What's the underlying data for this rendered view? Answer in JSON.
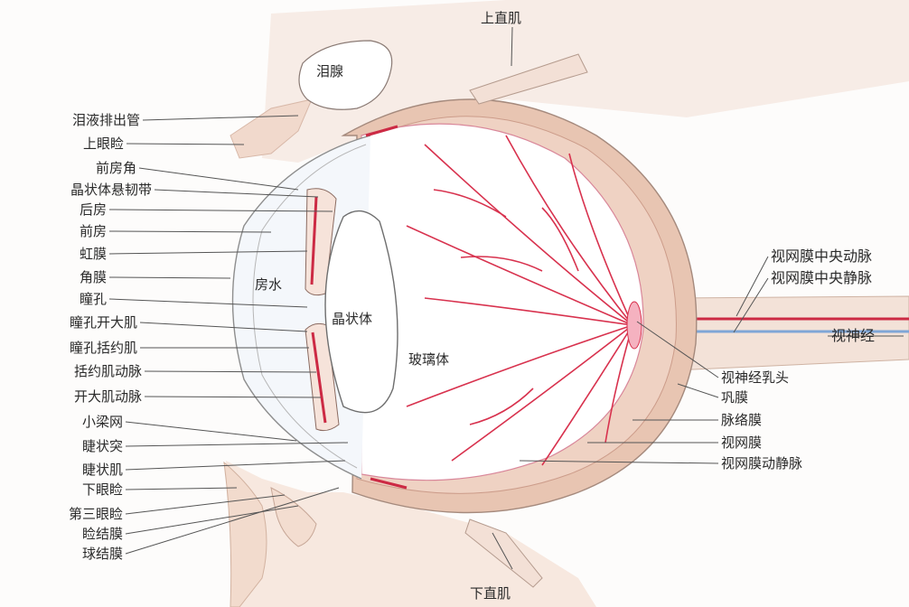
{
  "labels_left": [
    "泪液排出管",
    "上眼睑",
    "前房角",
    "晶状体悬韧带",
    "后房",
    "前房",
    "虹膜",
    "角膜",
    "瞳孔",
    "瞳孔开大肌",
    "瞳孔括约肌",
    "括约肌动脉",
    "开大肌动脉",
    "小梁网",
    "睫状突",
    "睫状肌",
    "下眼睑",
    "第三眼睑",
    "睑结膜",
    "球结膜"
  ],
  "labels_right": [
    "视网膜中央动脉",
    "视网膜中央静脉",
    "视神经",
    "视神经乳头",
    "巩膜",
    "脉络膜",
    "视网膜",
    "视网膜动静脉"
  ],
  "labels_top": [
    "上直肌"
  ],
  "labels_bottom": [
    "下直肌"
  ],
  "labels_inline": {
    "lacrimal": "泪腺",
    "aqueous": "房水",
    "lens": "晶状体",
    "vitreous": "玻璃体"
  },
  "colors": {
    "tissue": "#f2ddd2",
    "sclera": "#e9c7b4",
    "vessel": "#cc2a44",
    "nerve_blue": "#7fa6d6",
    "lens_fill": "#ffffff"
  }
}
